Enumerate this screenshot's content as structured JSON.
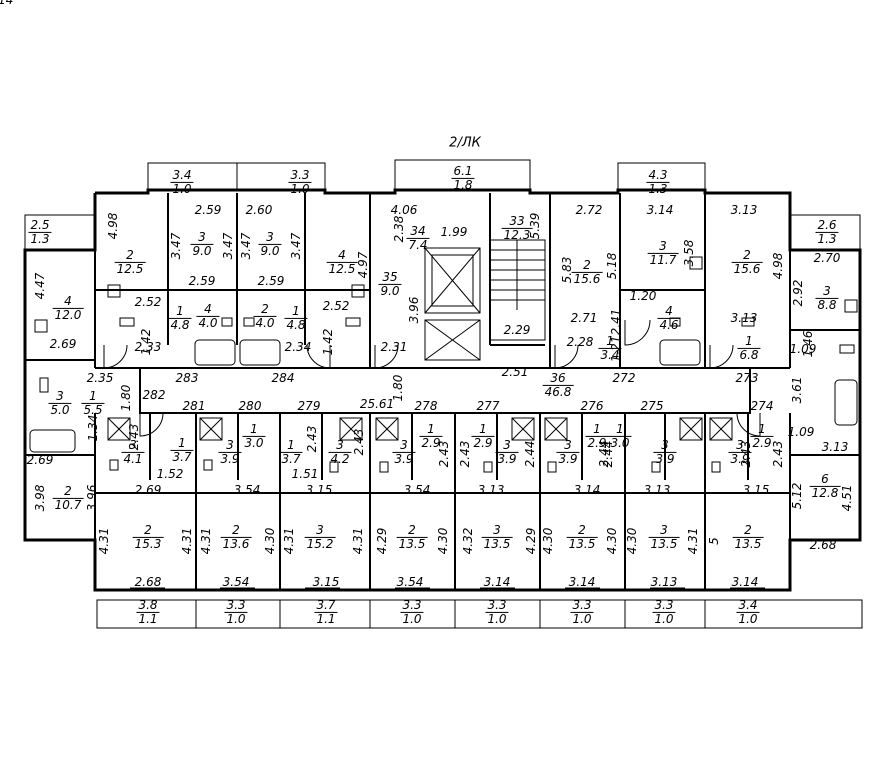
{
  "section_label": "2/ЛК",
  "rooms": [
    {
      "n": "3.4",
      "d": "1.0"
    },
    {
      "n": "3.3",
      "d": "1.0"
    },
    {
      "n": "6.1",
      "d": "1.8"
    },
    {
      "n": "4.3",
      "d": "1.3"
    },
    {
      "n": "2.5",
      "d": "1.3"
    },
    {
      "n": "2.6",
      "d": "1.3"
    },
    {
      "n": "2",
      "d": "12.5"
    },
    {
      "n": "3",
      "d": "9.0"
    },
    {
      "n": "3",
      "d": "9.0"
    },
    {
      "n": "4",
      "d": "12.5"
    },
    {
      "n": "34",
      "d": "7.4"
    },
    {
      "n": "33",
      "d": "12.3"
    },
    {
      "n": "35",
      "d": "9.0"
    },
    {
      "n": "2",
      "d": "15.6"
    },
    {
      "n": "3",
      "d": "11.7"
    },
    {
      "n": "2",
      "d": "15.6"
    },
    {
      "n": "4",
      "d": "12.0"
    },
    {
      "n": "3",
      "d": "8.8"
    },
    {
      "n": "1",
      "d": "4.8"
    },
    {
      "n": "4",
      "d": "4.0"
    },
    {
      "n": "2",
      "d": "4.0"
    },
    {
      "n": "1",
      "d": "4.8"
    },
    {
      "n": "4",
      "d": "4.6"
    },
    {
      "n": "1",
      "d": "3.4"
    },
    {
      "n": "1",
      "d": "6.8"
    },
    {
      "n": "36",
      "d": "46.8"
    },
    {
      "n": "3",
      "d": "5.0"
    },
    {
      "n": "1",
      "d": "5.5"
    },
    {
      "n": "3",
      "d": "4.1"
    },
    {
      "n": "1",
      "d": "3.7"
    },
    {
      "n": "3",
      "d": "3.9"
    },
    {
      "n": "1",
      "d": "3.0"
    },
    {
      "n": "1",
      "d": "3.7"
    },
    {
      "n": "3",
      "d": "4.2"
    },
    {
      "n": "3",
      "d": "3.9"
    },
    {
      "n": "1",
      "d": "2.9"
    },
    {
      "n": "1",
      "d": "2.9"
    },
    {
      "n": "3",
      "d": "3.9"
    },
    {
      "n": "3",
      "d": "3.9"
    },
    {
      "n": "1",
      "d": "2.9"
    },
    {
      "n": "1",
      "d": "3.0"
    },
    {
      "n": "3",
      "d": "3.9"
    },
    {
      "n": "3",
      "d": "3.9"
    },
    {
      "n": "1",
      "d": "2.9"
    },
    {
      "n": "2",
      "d": "10.7"
    },
    {
      "n": "6",
      "d": "12.8"
    },
    {
      "n": "2",
      "d": "15.3"
    },
    {
      "n": "2",
      "d": "13.6"
    },
    {
      "n": "3",
      "d": "15.2"
    },
    {
      "n": "2",
      "d": "13.5"
    },
    {
      "n": "3",
      "d": "13.5"
    },
    {
      "n": "2",
      "d": "13.5"
    },
    {
      "n": "3",
      "d": "13.5"
    },
    {
      "n": "2",
      "d": "13.5"
    },
    {
      "n": "3.8",
      "d": "1.1"
    },
    {
      "n": "3.3",
      "d": "1.0"
    },
    {
      "n": "3.7",
      "d": "1.1"
    },
    {
      "n": "3.3",
      "d": "1.0"
    },
    {
      "n": "3.3",
      "d": "1.0"
    },
    {
      "n": "3.3",
      "d": "1.0"
    },
    {
      "n": "3.3",
      "d": "1.0"
    },
    {
      "n": "3.4",
      "d": "1.0"
    }
  ],
  "dims_h": [
    "2.59",
    "2.60",
    "4.06",
    "1.99",
    "2.72",
    "3.14",
    "3.13",
    "2.70",
    "2.52",
    "2.59",
    "2.59",
    "2.52",
    "2.29",
    "2.71",
    "1.20",
    "3.13",
    "2.69",
    "2.33",
    "2.34",
    "2.31",
    "2.28",
    "1.09",
    "2.35",
    "283",
    "284",
    "2.51",
    "272",
    "273",
    "282",
    "281",
    "280",
    "279",
    "25.61",
    "278",
    "277",
    "276",
    "275",
    "274",
    "1.09",
    "1.52",
    "1.51",
    "2.69",
    "3.54",
    "3.15",
    "3.54",
    "3.13",
    "3.14",
    "3.13",
    "3.15",
    "3.13",
    "2.69",
    "2.68",
    "2.68",
    "3.54",
    "3.15",
    "3.54",
    "3.14",
    "3.14",
    "3.13",
    "3.14",
    "3.14"
  ],
  "dims_v": [
    "4.98",
    "3.47",
    "3.47",
    "3.47",
    "3.47",
    "4.97",
    "2.38",
    "5.39",
    "5.83",
    "5.18",
    "3.58",
    "4.98",
    "4.47",
    "3.96",
    "1.42",
    "1.42",
    "2.41",
    "1.21",
    "2.92",
    "1.46",
    "1.80",
    "1.80",
    "3.61",
    "1.34",
    "2.43",
    "2.43",
    "2.43",
    "2.43",
    "2.43",
    "2.44",
    "2.44",
    "2.44",
    "2.43",
    "2.43",
    "3.98",
    "3.96",
    "5.12",
    "4.51",
    "4.31",
    "4.31",
    "4.31",
    "4.30",
    "4.31",
    "4.31",
    "4.29",
    "4.30",
    "4.32",
    "4.29",
    "4.30",
    "4.30",
    "4.30",
    "4.31",
    "5"
  ]
}
